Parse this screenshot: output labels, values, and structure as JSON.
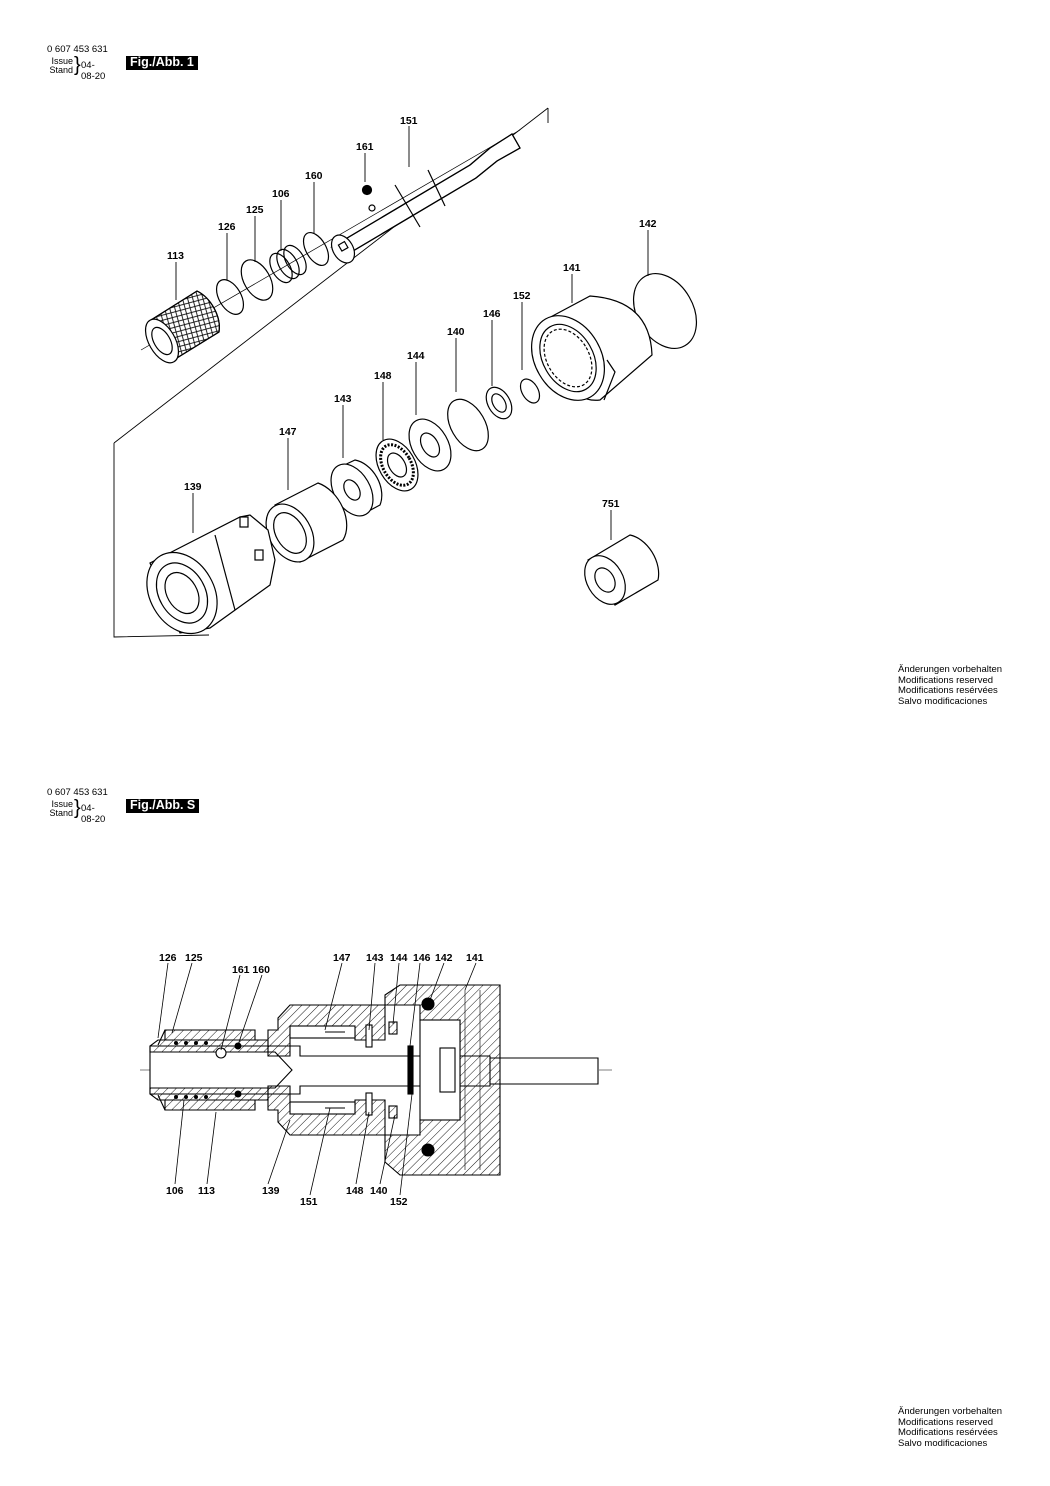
{
  "sheets": [
    {
      "part_number": "0 607 453 631",
      "issue_label": "Issue",
      "stand_label": "Stand",
      "date": "04-08-20",
      "figure_label": "Fig./Abb. 1"
    },
    {
      "part_number": "0 607 453 631",
      "issue_label": "Issue",
      "stand_label": "Stand",
      "date": "04-08-20",
      "figure_label": "Fig./Abb. S"
    }
  ],
  "notice": [
    "Änderungen vorbehalten",
    "Modifications reserved",
    "Modifications resérvées",
    "Salvo modificaciones"
  ],
  "exploded_labels": {
    "p151": "151",
    "p161": "161",
    "p160": "160",
    "p106": "106",
    "p125": "125",
    "p126": "126",
    "p113": "113",
    "p142": "142",
    "p141": "141",
    "p152": "152",
    "p146": "146",
    "p140": "140",
    "p144": "144",
    "p148": "148",
    "p143": "143",
    "p147": "147",
    "p139": "139",
    "p751": "751"
  },
  "section_labels": {
    "top": [
      "126",
      "125",
      "161 160",
      "147",
      "143",
      "144",
      "146",
      "142",
      "141"
    ],
    "bottom": [
      "106",
      "113",
      "139",
      "151",
      "148",
      "140",
      "152"
    ]
  }
}
